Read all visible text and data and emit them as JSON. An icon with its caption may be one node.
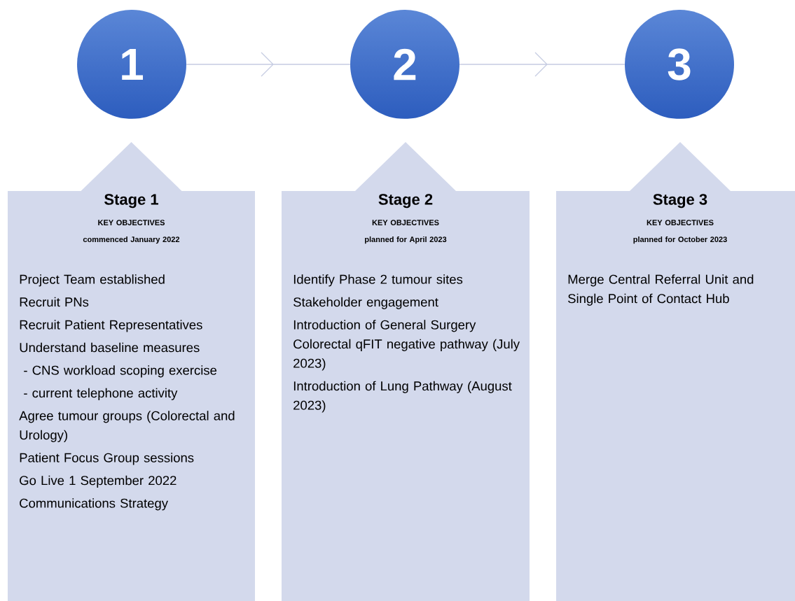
{
  "diagram": {
    "nodes": [
      {
        "text": [
          "1"
        ]
      },
      {
        "text": [
          "2"
        ]
      },
      {
        "text": [
          "3"
        ]
      },
      {
        "text": [
          "Stage 1",
          "KEY OBJECTIVES",
          "commenced January 2022",
          "Project Team established",
          "Recruit PNs",
          "Recruit Patient Representatives",
          "Understand baseline measures",
          " - CNS workload scoping exercise",
          " - current telephone activity",
          "Agree tumour groups (Colorectal and Urology)",
          "Patient Focus Group sessions",
          "Go Live 1 September 2022",
          "Communications Strategy"
        ]
      },
      {
        "text": [
          "Stage 2",
          "KEY OBJECTIVES",
          "planned for April 2023",
          "Identify Phase 2 tumour sites",
          "Stakeholder engagement",
          "Introduction of General Surgery Colorectal qFIT negative pathway (July 2023)",
          "Introduction of Lung Pathway (August 2023)"
        ]
      },
      {
        "text": [
          "Stage 3",
          "KEY OBJECTIVES",
          "planned for October 2023",
          "Merge Central Referral Unit and Single Point of Contact Hub"
        ]
      }
    ],
    "edges": [
      {
        "from": 0,
        "to": 1,
        "arrow": "to"
      },
      {
        "from": 1,
        "to": 2,
        "arrow": "to"
      }
    ]
  }
}
